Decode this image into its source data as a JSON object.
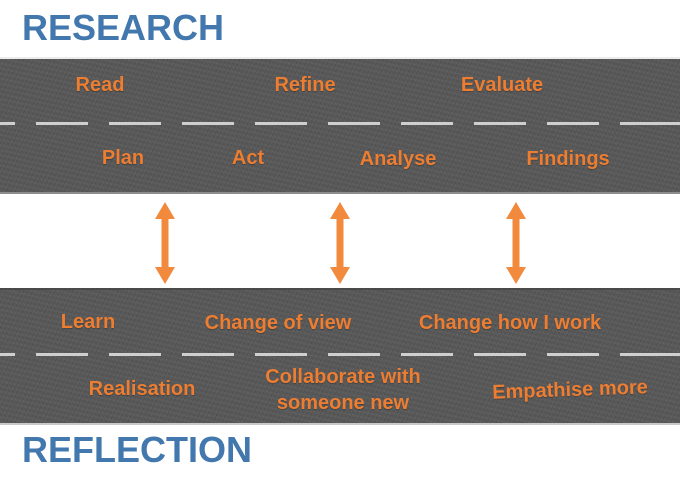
{
  "slide": {
    "top_title": "RESEARCH",
    "bottom_title": "REFLECTION"
  },
  "colors": {
    "blue": "#4278AD",
    "orange": "#ED7D31",
    "arrow": "#F28A3D",
    "road": "#595959",
    "dash": "#CFCFCF",
    "background": "#FFFFFF"
  },
  "research_road": {
    "lane_top": [
      "Read",
      "Refine",
      "Evaluate"
    ],
    "lane_bottom": [
      "Plan",
      "Act",
      "Analyse",
      "Findings"
    ]
  },
  "reflection_road": {
    "lane_top": [
      "Learn",
      "Change of view",
      "Change how I work"
    ],
    "lane_bottom": [
      "Realisation",
      "Collaborate with someone new",
      "Empathise more"
    ]
  },
  "connectors": {
    "icon": "double-headed-arrow-icon",
    "count": 3
  }
}
